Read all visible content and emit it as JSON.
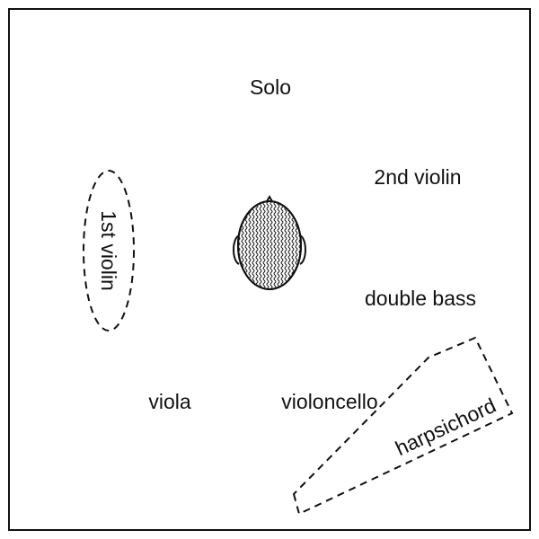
{
  "labels": {
    "solo": "Solo",
    "second_violin": "2nd violin",
    "first_violin": "1st violin",
    "double_bass": "double bass",
    "viola": "viola",
    "violoncello": "violoncello",
    "harpsichord": "harpsichord"
  },
  "colors": {
    "stroke": "#111111",
    "background": "#ffffff"
  },
  "icons": {
    "listener": "listener-head-icon"
  }
}
